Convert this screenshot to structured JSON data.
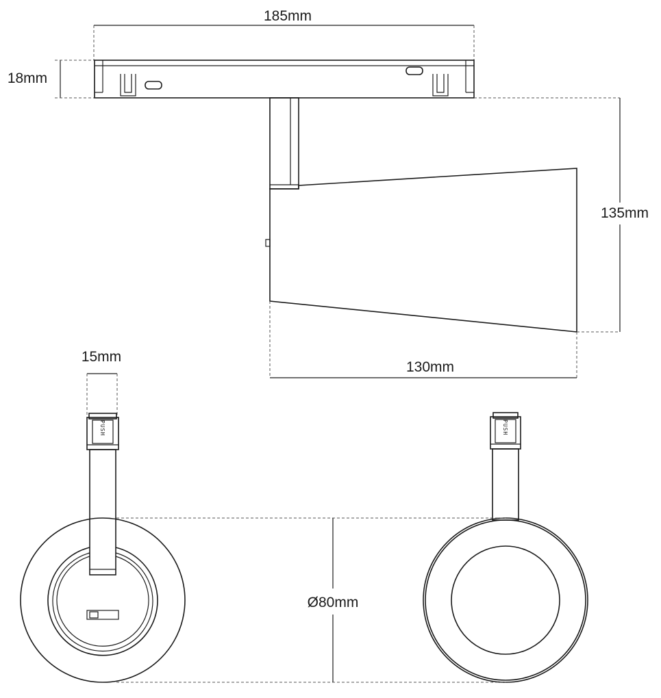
{
  "dimensions": {
    "width_top": "185mm",
    "height_rail": "18mm",
    "height_total": "135mm",
    "length_head": "130mm",
    "adapter_width": "15mm",
    "diameter": "Ø80mm"
  },
  "labels": {
    "push_left": "PUSH",
    "push_right": "PUSH"
  }
}
